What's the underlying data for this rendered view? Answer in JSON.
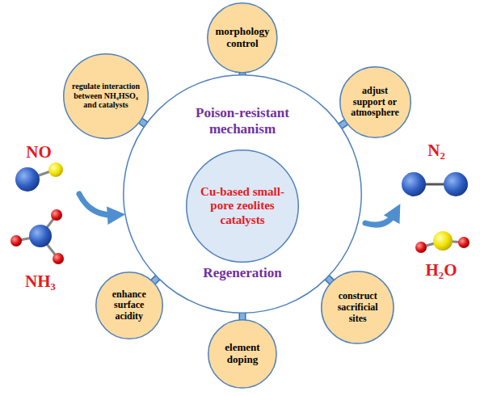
{
  "diagram": {
    "nodes": [
      {
        "text": [
          "Poison-resistant mechanism",
          "Regeneration"
        ]
      },
      {
        "text": [
          "Cu-based small-pore zeolites catalysts"
        ],
        "in": 0
      },
      {
        "text": [
          "morphology control"
        ]
      },
      {
        "text": [
          "regulate interaction between NH₄HSO₄ and catalysts"
        ]
      },
      {
        "text": [
          "adjust support or atmosphere"
        ]
      },
      {
        "text": [
          "enhance surface acidity"
        ]
      },
      {
        "text": [
          "construct sacrificial sites"
        ]
      },
      {
        "text": [
          "element doping"
        ]
      }
    ],
    "edges": [
      {
        "from": 0,
        "to": 2,
        "arrow": "none"
      },
      {
        "from": 0,
        "to": 3,
        "arrow": "none"
      },
      {
        "from": 0,
        "to": 4,
        "arrow": "none"
      },
      {
        "from": 0,
        "to": 5,
        "arrow": "none"
      },
      {
        "from": 0,
        "to": 6,
        "arrow": "none"
      },
      {
        "from": 0,
        "to": 7,
        "arrow": "none"
      }
    ],
    "labels": [
      "NO",
      "NH₃",
      "N₂",
      "H₂O"
    ]
  }
}
